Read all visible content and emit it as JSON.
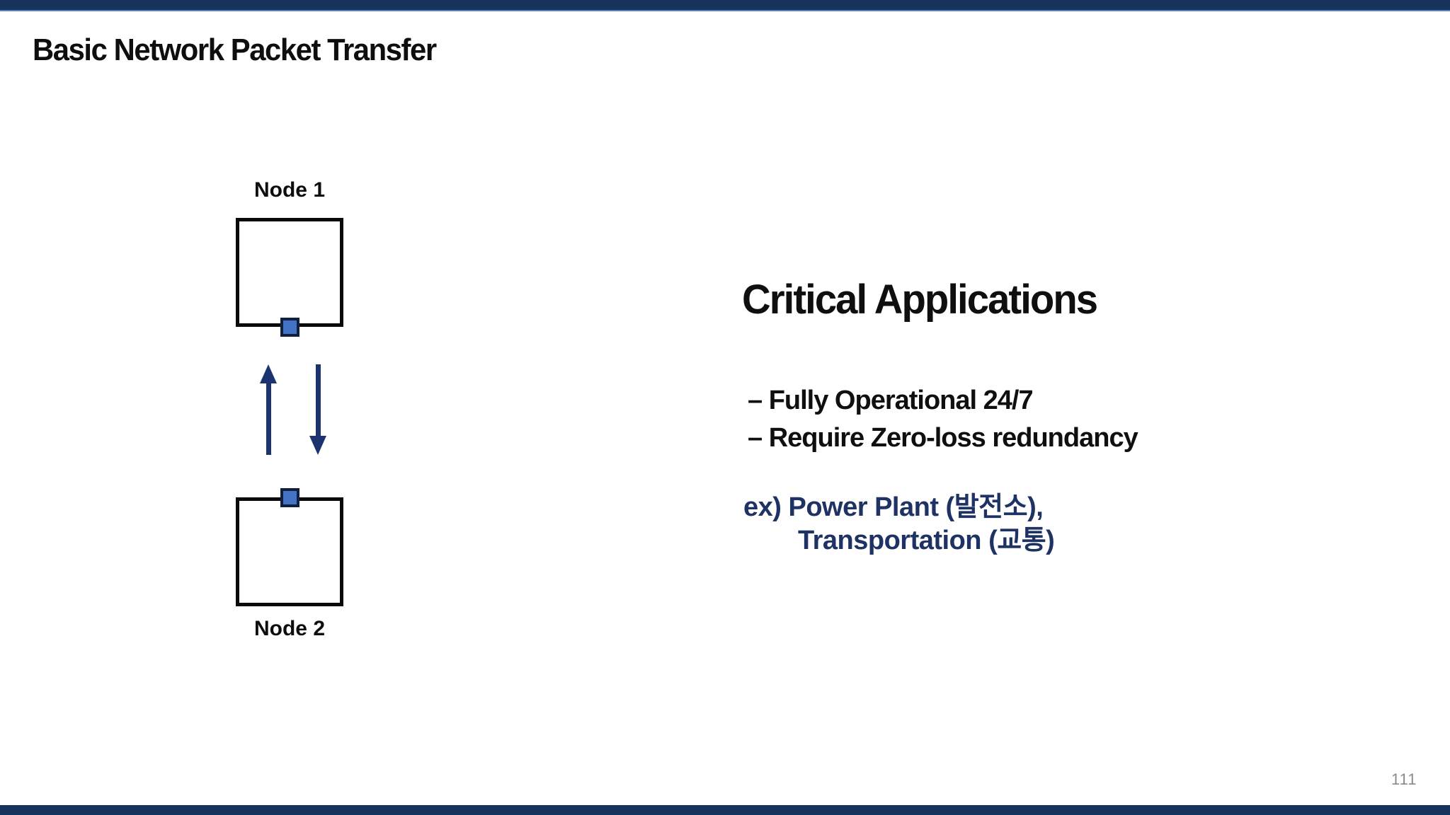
{
  "slide": {
    "title": "Basic Network Packet Transfer",
    "page_number": "111",
    "colors": {
      "bar_navy": "#17335c",
      "bar_accent_line": "#5b7fb5",
      "arrow_navy": "#1b3470",
      "example_text_navy": "#1e3263",
      "packet_fill_blue": "#4472c4",
      "packet_border": "#101f3c",
      "page_number_gray": "#888a8f"
    }
  },
  "diagram": {
    "node1": {
      "label": "Node 1"
    },
    "node2": {
      "label": "Node 2"
    },
    "packet_icon": "blue-square-packet",
    "arrows": [
      {
        "name": "up-arrow",
        "direction": "up"
      },
      {
        "name": "down-arrow",
        "direction": "down"
      }
    ]
  },
  "content": {
    "heading": "Critical Applications",
    "bullets": [
      "– Fully Operational 24/7",
      "– Require Zero-loss redundancy"
    ],
    "example": {
      "line1": "ex) Power Plant (발전소),",
      "line2": "Transportation (교통)"
    }
  }
}
